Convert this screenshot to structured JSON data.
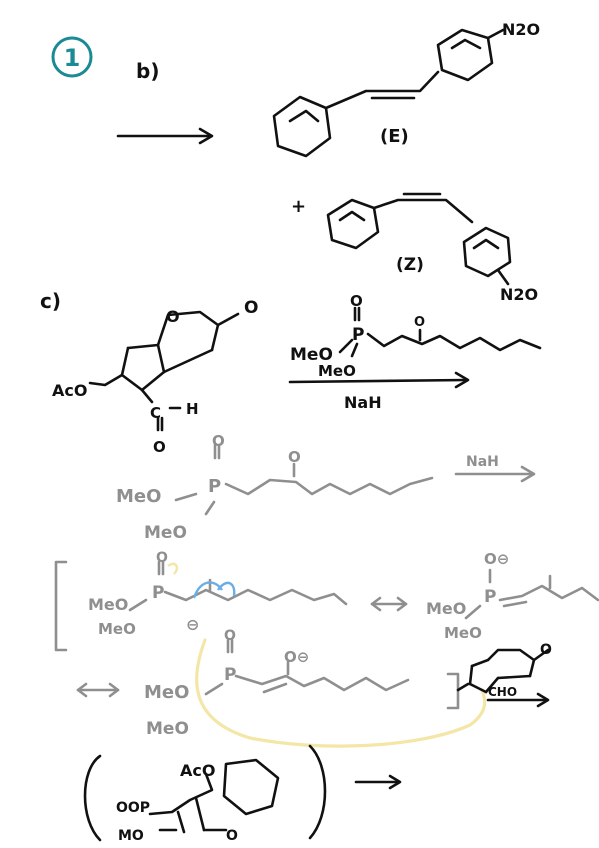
{
  "colors": {
    "ink": "#111111",
    "pencil_gray": "#8f8f8f",
    "teal_circle": "#1a8a95",
    "blue_arrow": "#6aaee6",
    "yellow_highlight": "#f3e6a6"
  },
  "section": {
    "number": "1"
  },
  "part_b": {
    "label": "b)",
    "e_isomer_label": "(E)",
    "z_isomer_label": "(Z)",
    "nitro_top": "N2O",
    "nitro_bottom": "N2O",
    "plus_sign": "+"
  },
  "part_c": {
    "label": "c)",
    "lactone_o": "O",
    "lactone_carbonyl_o": "O",
    "aco_label": "AcO",
    "aldehyde_c": "C",
    "aldehyde_h": "H",
    "aldehyde_o": "O",
    "reagent_p": "P",
    "reagent_po": "O",
    "reagent_meo_1": "MeO",
    "reagent_meo_2": "MeO",
    "reagent_keto_o": "O",
    "condition": "NaH"
  },
  "mechanism": {
    "row1": {
      "meo_1": "MeO",
      "meo_2": "MeO",
      "p": "P",
      "po": "O",
      "keto_o": "O",
      "base": "NaH"
    },
    "resonance_left": {
      "meo_1": "MeO",
      "meo_2": "MeO",
      "p": "P",
      "po": "O",
      "carbanion": "⊖"
    },
    "resonance_right": {
      "meo_1": "MeO",
      "meo_2": "MeO",
      "p": "P",
      "oxyanion": "O⊖"
    },
    "enolate": {
      "meo_1": "MeO",
      "meo_2": "MeO",
      "p": "P",
      "po": "O",
      "oxyanion": "O⊖"
    },
    "aldehyde_small": {
      "label": "CHO"
    },
    "intermediate": {
      "aco": "AcO"
    }
  }
}
